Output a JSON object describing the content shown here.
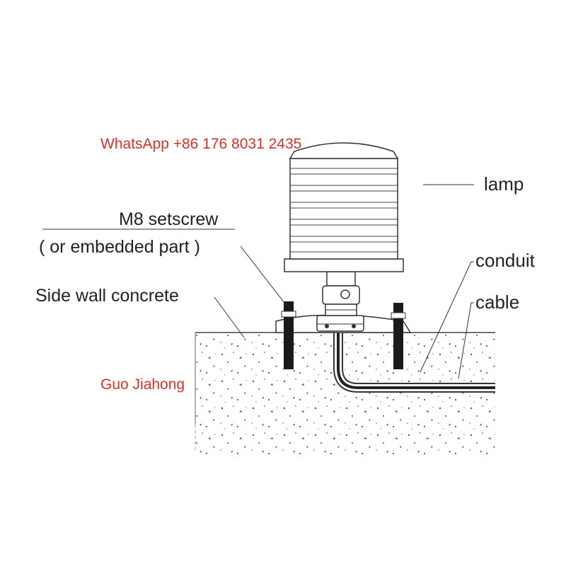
{
  "labels": {
    "lamp": "lamp",
    "setscrew_line1": "M8 setscrew",
    "setscrew_line2": "( or embedded part )",
    "side_wall": "Side wall concrete",
    "conduit": "conduit",
    "cable": "cable"
  },
  "watermarks": {
    "contact": "WhatsApp +86 176 8031 2435",
    "name": "Guo Jiahong"
  },
  "colors": {
    "watermark": "#d8312b",
    "line": "#333333",
    "text": "#222222"
  }
}
